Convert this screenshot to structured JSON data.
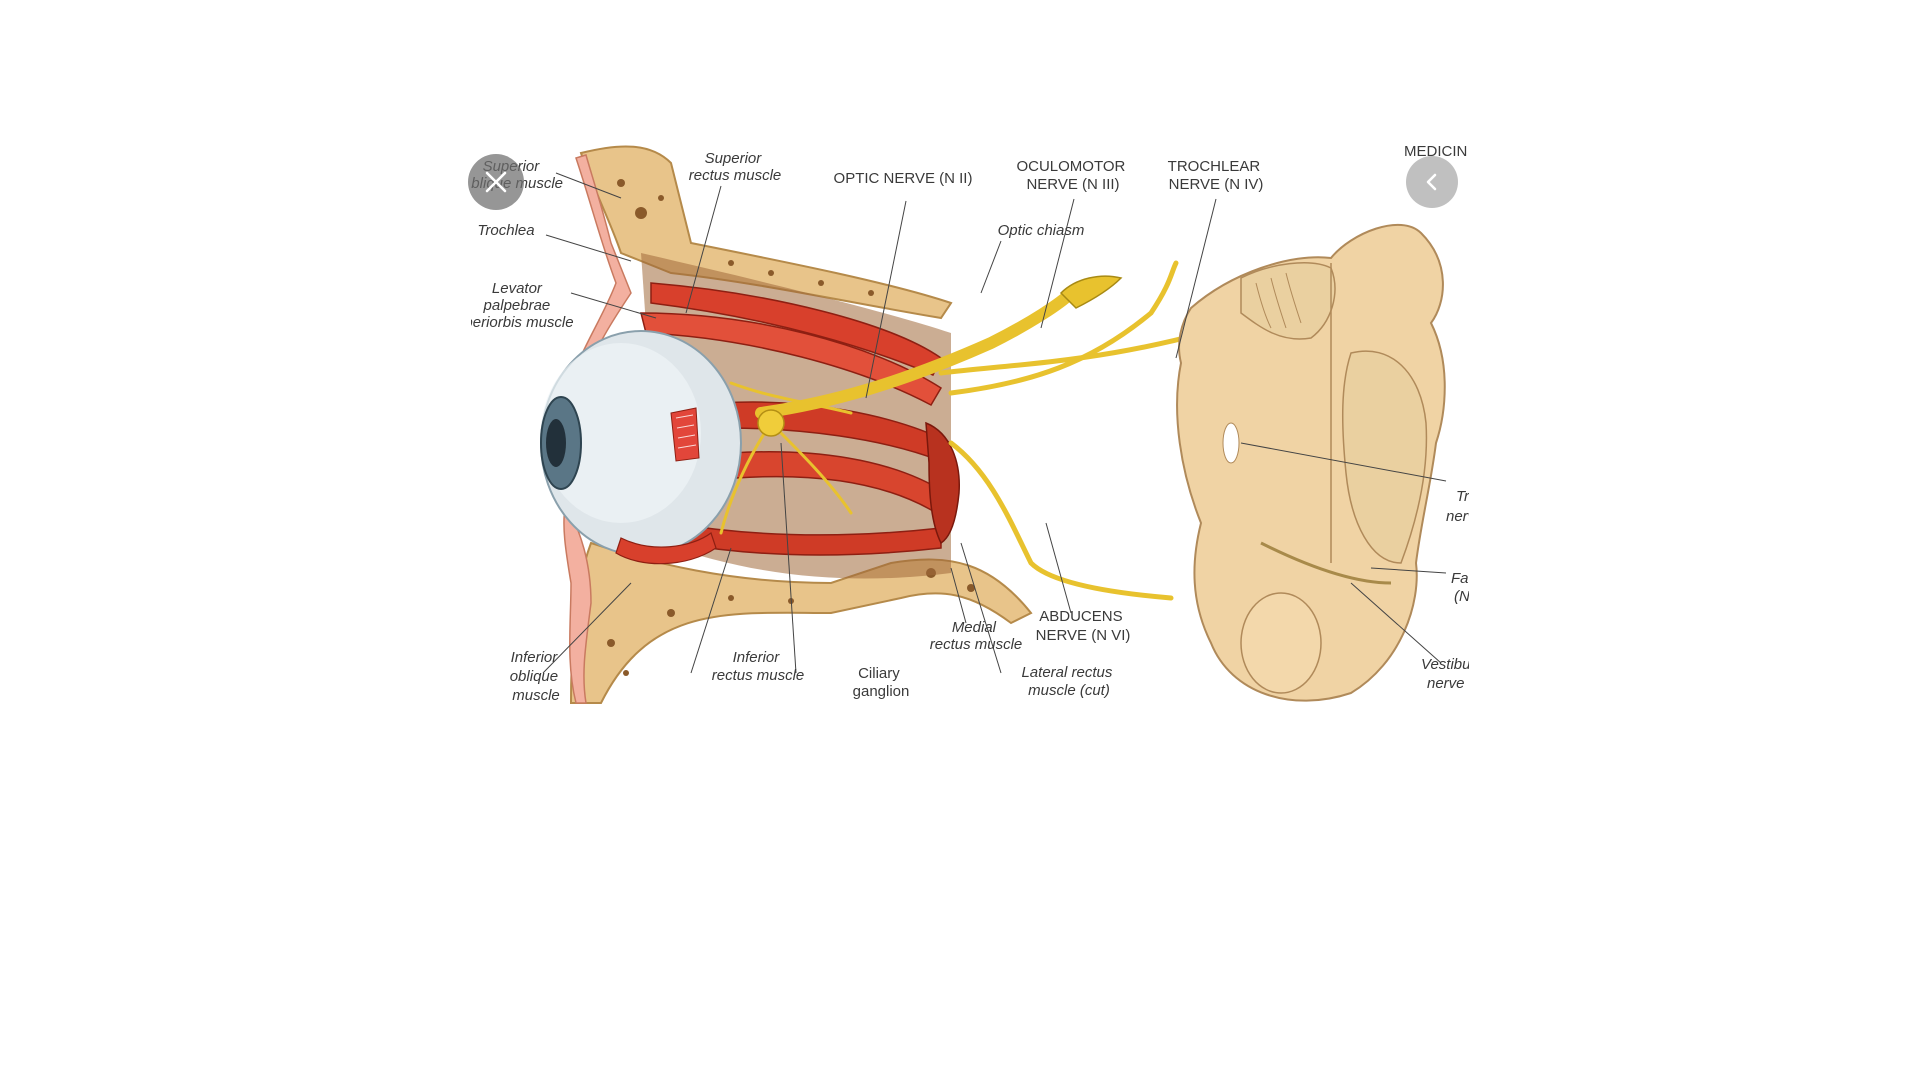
{
  "viewer": {
    "close_icon": "close-icon",
    "prev_icon": "chevron-left-icon"
  },
  "figure": {
    "labels": {
      "superior_oblique": [
        "Superior",
        "oblique muscle"
      ],
      "trochlea": "Trochlea",
      "levator": [
        "Levator",
        "palpebrae",
        "periorbis muscle"
      ],
      "superior_rectus": [
        "Superior",
        "rectus muscle"
      ],
      "optic_nerve": "OPTIC NERVE (N II)",
      "oculomotor": [
        "OCULOMOTOR",
        "NERVE (N III)"
      ],
      "trochlear": [
        "TROCHLEAR",
        "NERVE (N IV)"
      ],
      "medicine_cut": "MEDICIN",
      "optic_chiasm": "Optic chiasm",
      "trigeminal_cut": [
        "Tr",
        "nerv"
      ],
      "facial_cut": [
        "Fa",
        "(N"
      ],
      "vestibulo_cut": [
        "Vestibu",
        "nerve ("
      ],
      "abducens": [
        "ABDUCENS",
        "NERVE (N VI)"
      ],
      "medial_rectus": [
        "Medial",
        "rectus muscle"
      ],
      "lateral_rectus": [
        "Lateral rectus",
        "muscle (cut)"
      ],
      "ciliary": [
        "Ciliary",
        "ganglion"
      ],
      "inferior_rectus": [
        "Inferior",
        "rectus muscle"
      ],
      "inferior_oblique": [
        "Inferior",
        "oblique",
        "muscle"
      ]
    }
  }
}
